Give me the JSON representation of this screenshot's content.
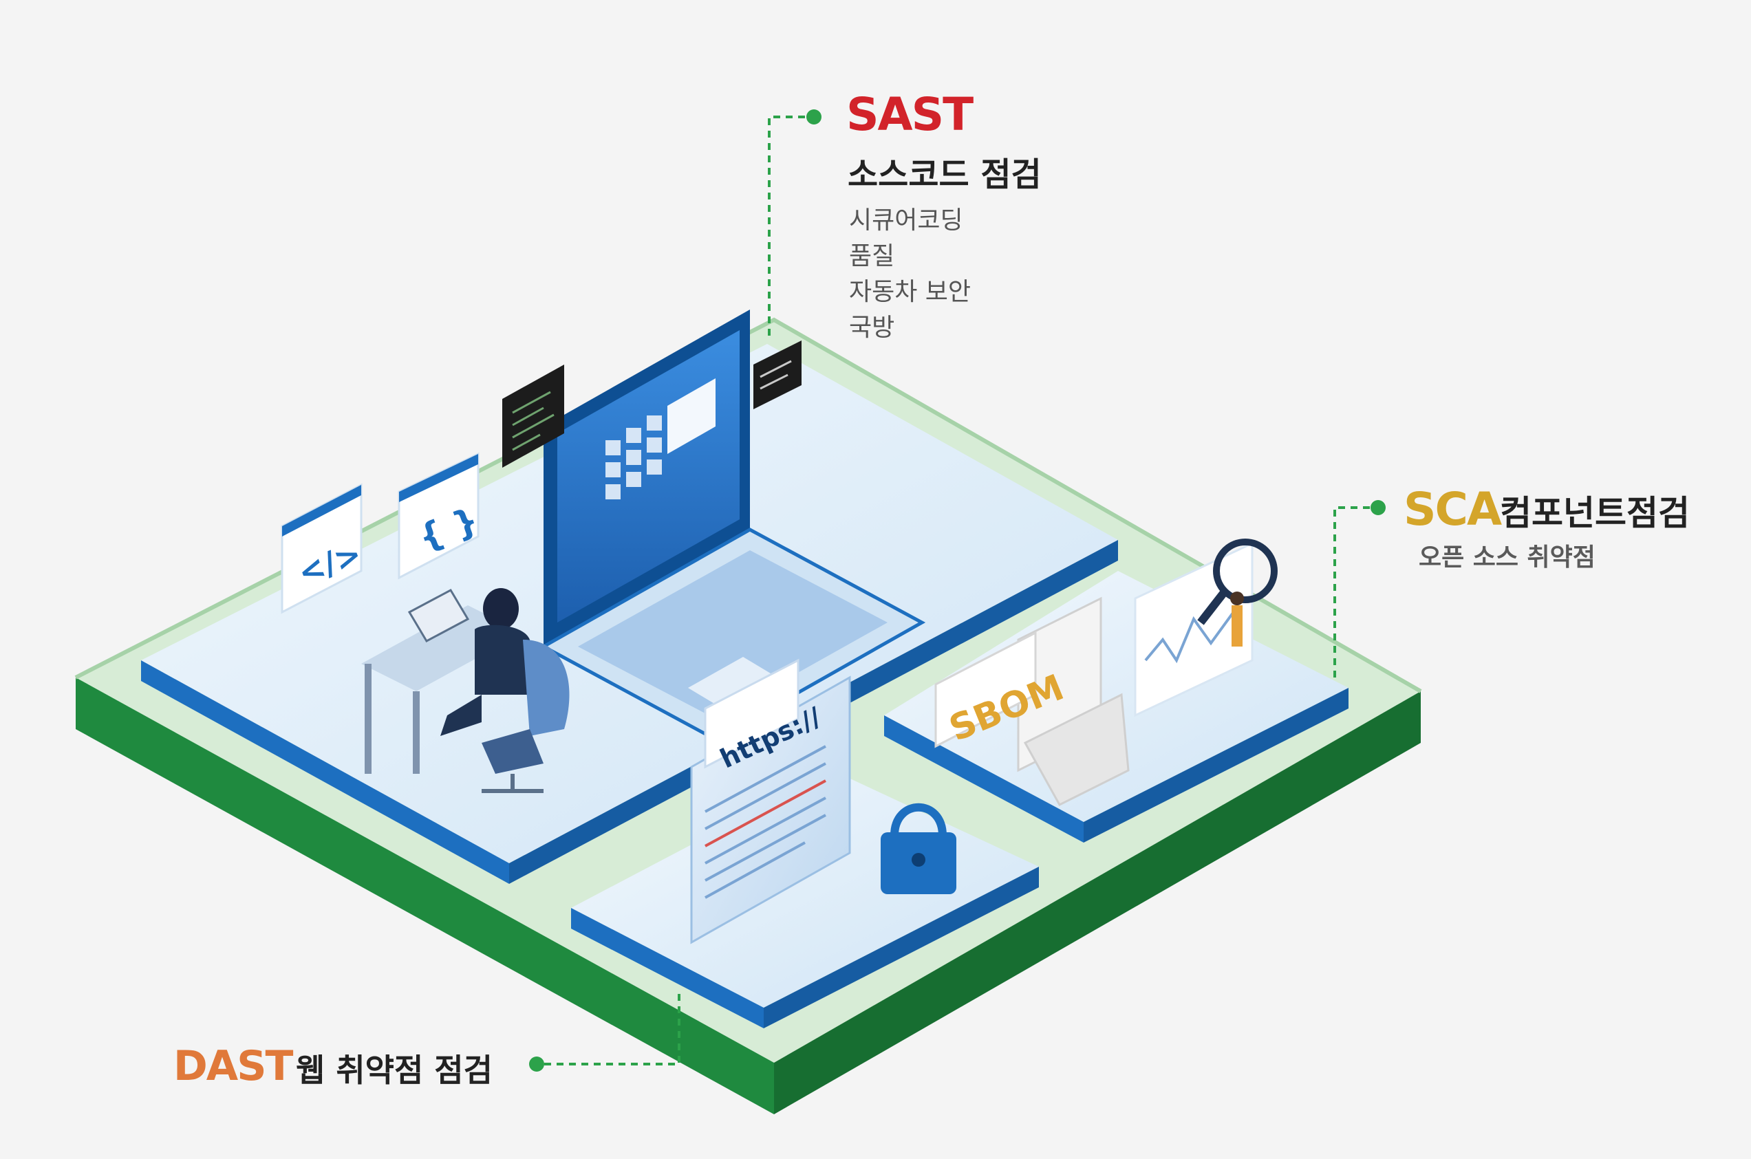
{
  "sast": {
    "title": "SAST",
    "heading": "소스코드 점검",
    "items": [
      "시큐어코딩",
      "품질",
      "자동차 보안",
      "국방"
    ]
  },
  "sca": {
    "title": "SCA",
    "heading": "컴포넌트점검",
    "subtitle": "오픈 소스 취약점"
  },
  "dast": {
    "title": "DAST",
    "heading": "웹 취약점 점검"
  },
  "illustration": {
    "code_tag": "</>",
    "braces": "{ }",
    "https": "https://",
    "sbom": "SBOM"
  },
  "colors": {
    "sast": "#d2232a",
    "sca": "#d4a52a",
    "dast": "#e0793a",
    "leader": "#2ca24a",
    "base_green": "#1f8a3f",
    "platform": "#dcecf8",
    "platform_edge": "#1d6fc0"
  }
}
